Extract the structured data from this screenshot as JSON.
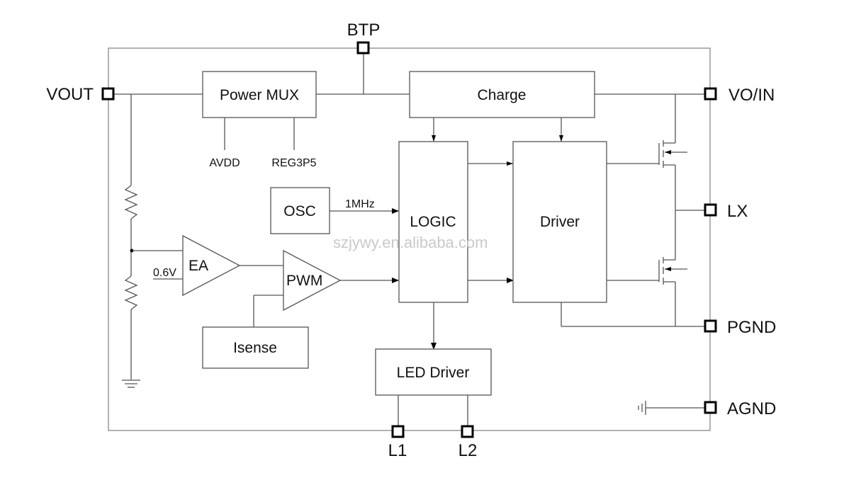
{
  "pins": {
    "btp": "BTP",
    "vout": "VOUT",
    "vo_in": "VO/IN",
    "lx": "LX",
    "pgnd": "PGND",
    "agnd": "AGND",
    "l1": "L1",
    "l2": "L2"
  },
  "blocks": {
    "power_mux": "Power MUX",
    "charge": "Charge",
    "logic": "LOGIC",
    "driver": "Driver",
    "osc": "OSC",
    "isense": "Isense",
    "led_driver": "LED Driver",
    "ea": "EA",
    "pwm": "PWM"
  },
  "signals": {
    "avdd": "AVDD",
    "reg3p5": "REG3P5",
    "clock": "1MHz",
    "vref": "0.6V"
  },
  "watermark": "szjywy.en.alibaba.com"
}
